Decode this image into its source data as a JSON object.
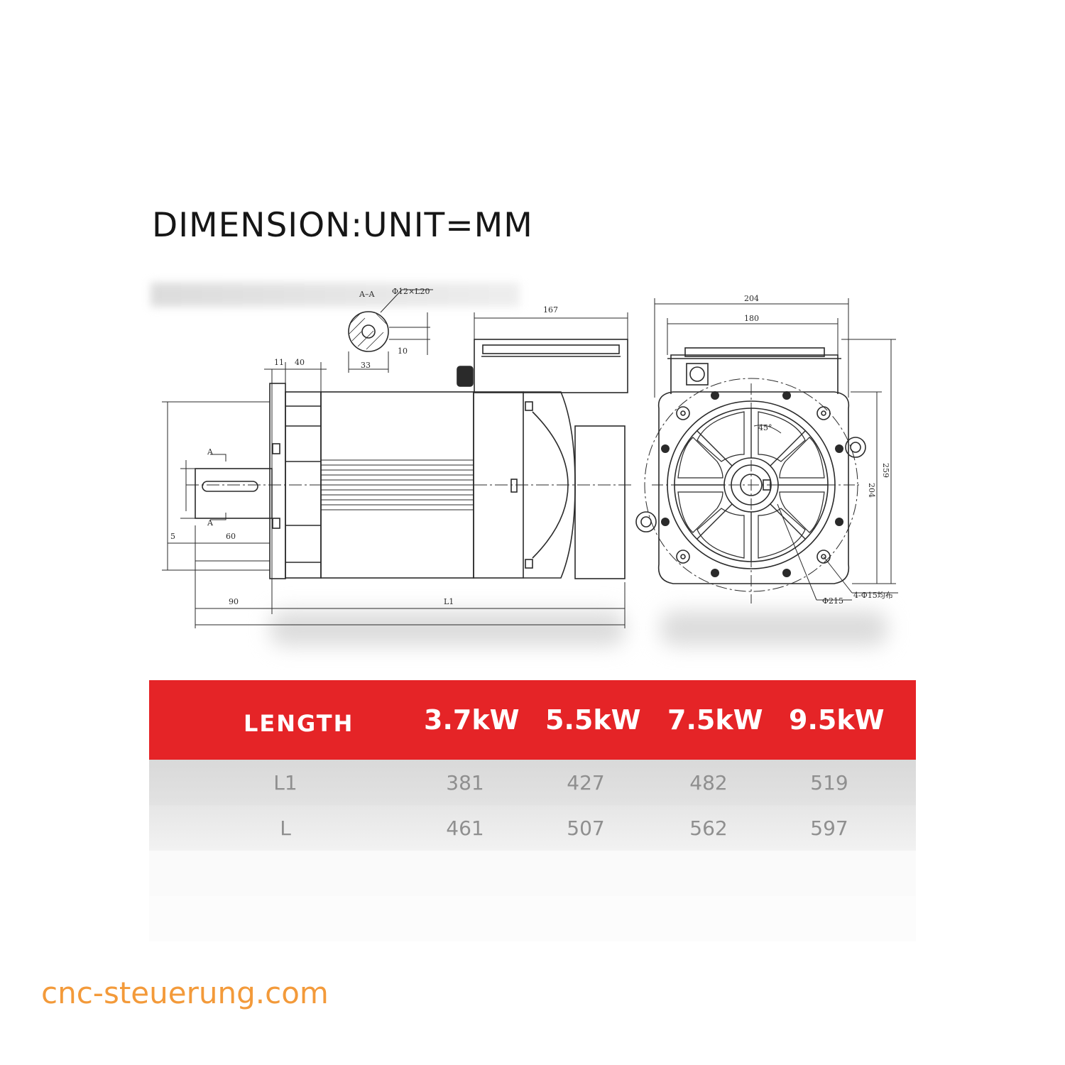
{
  "title": "DIMENSION:UNIT=MM",
  "drawing": {
    "section_label": "A–A",
    "keyway_label": "Φ12×L20",
    "keyway_depth": "10",
    "keyway_width": "33",
    "dim_167": "167",
    "dim_204_top": "204",
    "dim_180": "180",
    "dim_259": "259",
    "dim_204_side": "204",
    "dim_11": "11",
    "dim_40": "40",
    "dim_60": "60",
    "dim_90": "90",
    "dim_5": "5",
    "dim_L1": "L1",
    "angle_45": "45°",
    "hole_callout": "4-Φ15均布",
    "pcd_callout": "Φ215",
    "section_mark_top": "A",
    "section_mark_bottom": "A"
  },
  "table": {
    "header": {
      "length": "LENGTH",
      "col1": "3.7kW",
      "col2": "5.5kW",
      "col3": "7.5kW",
      "col4": "9.5kW"
    },
    "rows": [
      {
        "label": "L1",
        "v1": "381",
        "v2": "427",
        "v3": "482",
        "v4": "519"
      },
      {
        "label": "L",
        "v1": "461",
        "v2": "507",
        "v3": "562",
        "v4": "597"
      }
    ]
  },
  "watermark": "cnc-steuerung.com",
  "colors": {
    "header_red": "#e52427",
    "watermark_orange": "#f39a3a",
    "line": "#2a2a2a"
  }
}
